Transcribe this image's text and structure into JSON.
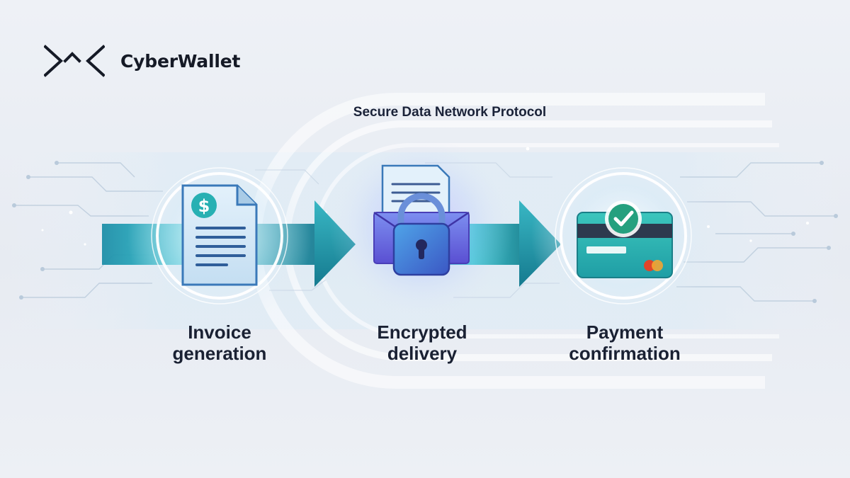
{
  "brand": {
    "name": "CyberWallet",
    "logo_icon": "chevron-logo-icon"
  },
  "protocol": {
    "title": "Secure Data Network Protocol"
  },
  "steps": [
    {
      "line1": "Invoice",
      "line2": "generation",
      "icon": "invoice-document-icon"
    },
    {
      "line1": "Encrypted",
      "line2": "delivery",
      "icon": "encrypted-envelope-lock-icon"
    },
    {
      "line1": "Payment",
      "line2": "confirmation",
      "icon": "credit-card-check-icon"
    }
  ],
  "colors": {
    "accent_teal": "#1aa4ad",
    "accent_blue": "#2f6fd1",
    "accent_purple": "#6b4fd6",
    "document_fill": "#cfe6f7",
    "card_fill": "#2cb9b3",
    "check_green": "#26a27f",
    "text_dark": "#1a2133"
  }
}
